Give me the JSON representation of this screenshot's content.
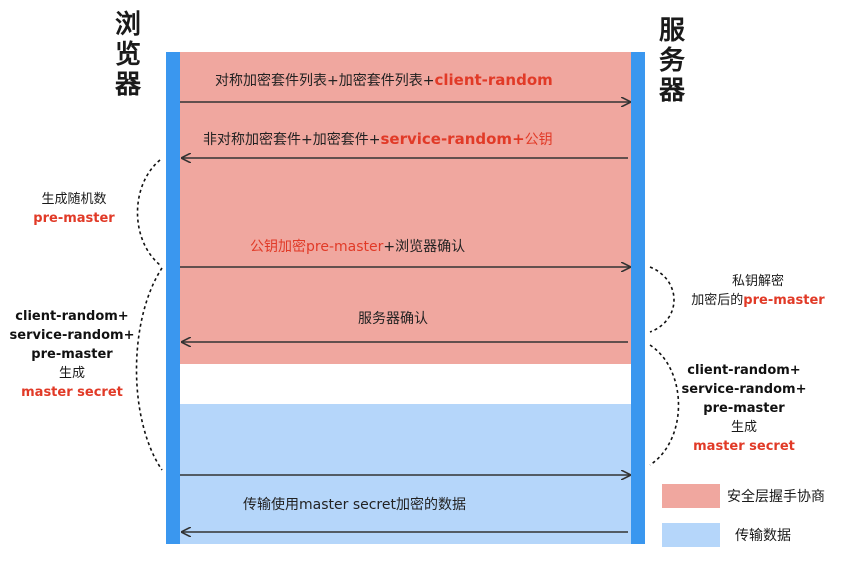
{
  "browser_title": [
    "浏",
    "览",
    "器"
  ],
  "server_title": [
    "服",
    "务",
    "器"
  ],
  "messages": {
    "m1": {
      "text": "对称加密套件列表+加密套件列表+",
      "highlight": "client-random"
    },
    "m2": {
      "text": "非对称加密套件+加密套件+",
      "highlight": "service-random",
      "plus": "+",
      "tail": "公钥"
    },
    "m3": {
      "red": "公钥加密pre-master",
      "text": "+浏览器确认"
    },
    "m4": {
      "text": "服务器确认"
    },
    "m5": {
      "text": "传输使用master secret加密的数据"
    }
  },
  "notes": {
    "browser_premaster": {
      "line1": "生成随机数",
      "line2": "pre-master"
    },
    "server_decrypt": {
      "line1": "私钥解密",
      "line2_prefix": "加密后的",
      "line2_hl": "pre-master"
    },
    "browser_secret": {
      "l1": "client-random+",
      "l2": "service-random+",
      "l3": "pre-master",
      "l4": "生成",
      "l5": "master secret"
    },
    "server_secret": {
      "l1": "client-random+",
      "l2": "service-random+",
      "l3": "pre-master",
      "l4": "生成",
      "l5": "master secret"
    }
  },
  "legend": {
    "handshake": {
      "label": "安全层握手协商",
      "color": "#f0a79f"
    },
    "transfer": {
      "label": "传输数据",
      "color": "#b5d6fa"
    }
  },
  "colors": {
    "pillar": "#3a97ef",
    "highlight": "#e13a27",
    "arrow": "#333333"
  }
}
